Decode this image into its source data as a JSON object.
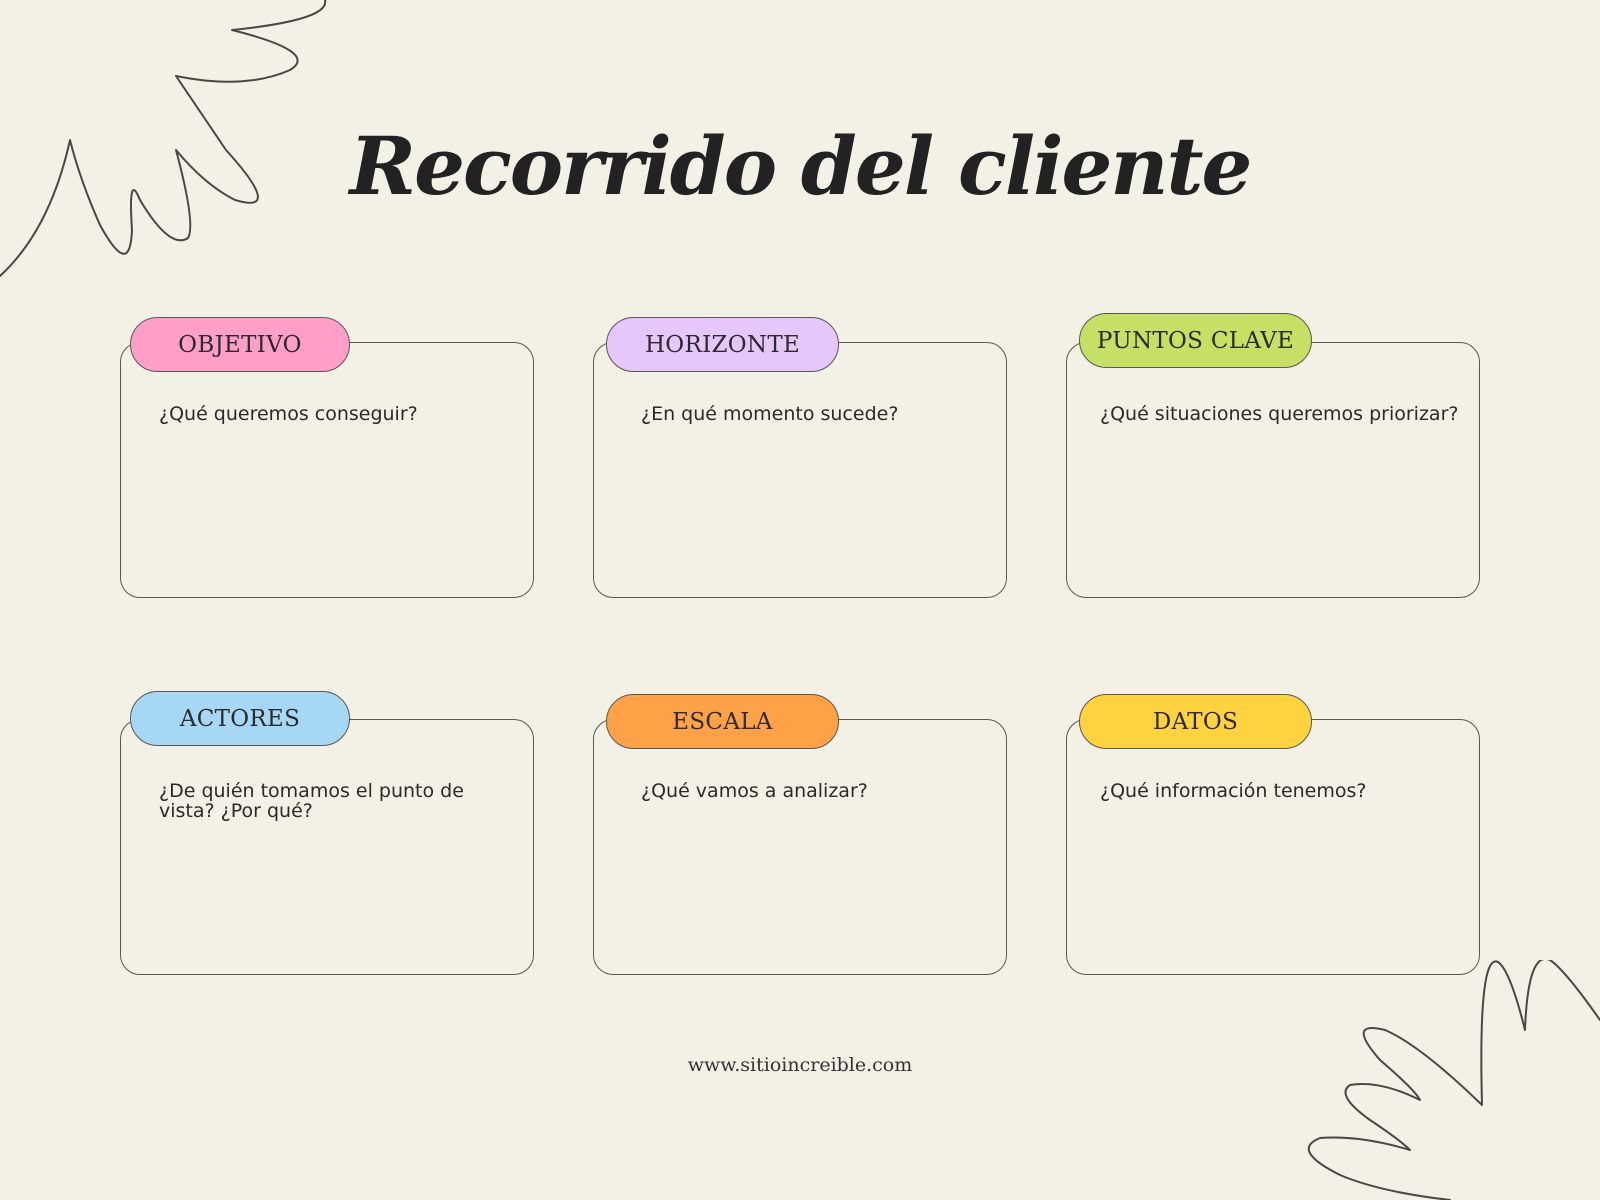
{
  "title": "Recorrido del cliente",
  "colors": {
    "background": "#f3f0e6",
    "objetivo": "#ff9ec8",
    "horizonte": "#e6c7fb",
    "puntos_clave": "#c6e065",
    "actores": "#a6d8f5",
    "escala": "#ffa247",
    "datos": "#ffd23f"
  },
  "cards": [
    {
      "label": "OBJETIVO",
      "question": "¿Qué queremos conseguir?"
    },
    {
      "label": "HORIZONTE",
      "question": "¿En qué momento sucede?"
    },
    {
      "label": "PUNTOS CLAVE",
      "question": "¿Qué situaciones queremos priorizar?"
    },
    {
      "label": "ACTORES",
      "question": "¿De quién tomamos el punto de vista? ¿Por qué?"
    },
    {
      "label": "ESCALA",
      "question": "¿Qué vamos a analizar?"
    },
    {
      "label": "DATOS",
      "question": "¿Qué información tenemos?"
    }
  ],
  "footer": "www.sitioincreible.com"
}
